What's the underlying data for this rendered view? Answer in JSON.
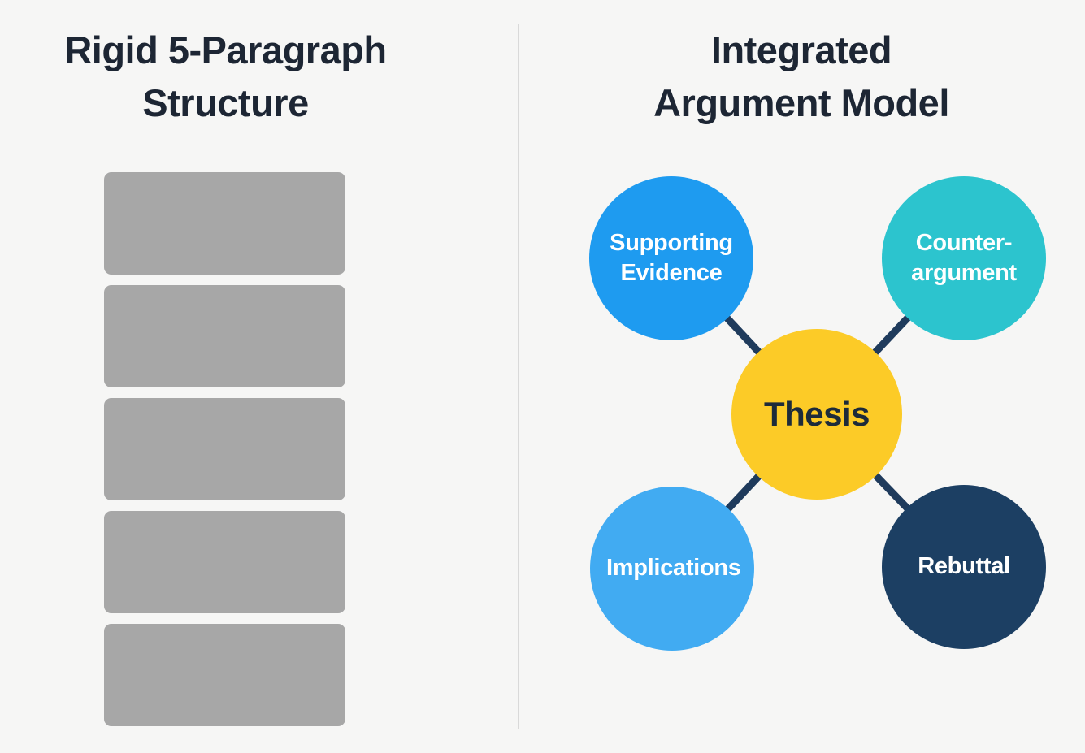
{
  "left_panel": {
    "title": "Rigid 5-Paragraph\nStructure",
    "block_count": 5,
    "block_color": "#A7A7A7"
  },
  "right_panel": {
    "title": "Integrated\nArgument Model",
    "diagram": {
      "center_node": {
        "label": "Thesis",
        "color": "#FCCB27",
        "text_color": "#1D2B3A"
      },
      "nodes": [
        {
          "label": "Supporting Evidence",
          "position": "top-left",
          "color": "#1E9BF0",
          "text_color": "#FFFFFF"
        },
        {
          "label": "Counter-argument",
          "position": "top-right",
          "color": "#2CC4CE",
          "text_color": "#FFFFFF"
        },
        {
          "label": "Implications",
          "position": "bottom-left",
          "color": "#41ABF2",
          "text_color": "#FFFFFF"
        },
        {
          "label": "Rebuttal",
          "position": "bottom-right",
          "color": "#1C3F63",
          "text_color": "#FFFFFF"
        }
      ],
      "connector_color": "#1F3B5C"
    }
  },
  "colors": {
    "background": "#F6F6F5",
    "title_text": "#1D2634",
    "divider": "#D9D9D9"
  }
}
